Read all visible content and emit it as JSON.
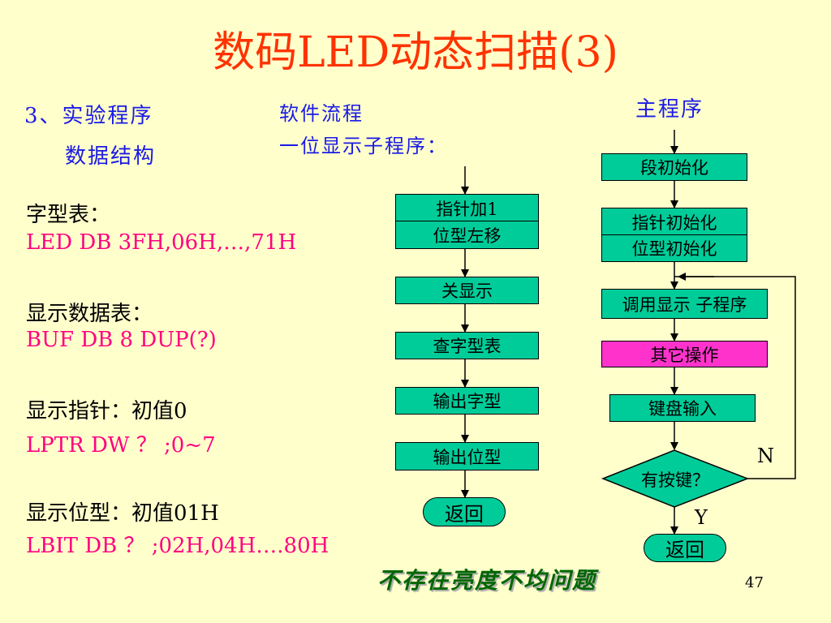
{
  "title": "数码LED动态扫描(3)",
  "left": {
    "section_heading": "3、实验程序",
    "subheading": "数据结构",
    "glyph_table_label": "字型表：",
    "glyph_table_code": "LED DB  3FH,06H,…,71H",
    "display_table_label": "显示数据表：",
    "display_table_code": "BUF DB 8 DUP(?)",
    "pointer_label": "显示指针：初值0",
    "pointer_code": "LPTR DW ？ ;0~7",
    "bitpattern_label": "显示位型：初值01H",
    "bitpattern_code": "LBIT DB ？ ;02H,04H….80H"
  },
  "middle": {
    "heading_line1": "软件流程",
    "heading_line2": "一位显示子程序：",
    "steps": [
      "指针加1",
      "位型左移",
      "关显示",
      "查字型表",
      "输出字型",
      "输出位型"
    ],
    "return_label": "返回"
  },
  "right": {
    "heading": "主程序",
    "steps": [
      "段初始化",
      "指针初始化",
      "位型初始化",
      "调用显示 子程序",
      "其它操作",
      "键盘输入"
    ],
    "decision": "有按键？",
    "no_label": "N",
    "yes_label": "Y",
    "return_label": "返回"
  },
  "footer": {
    "note": "不存在亮度不均问题",
    "page_number": "47"
  },
  "colors": {
    "background": "#FFFFCC",
    "title": "#FF3300",
    "heading_blue": "#1A1AE6",
    "code_pink": "#FF0080",
    "box_fill": "#00CC99",
    "highlight_box": "#FF33CC",
    "note_green": "#006600"
  }
}
